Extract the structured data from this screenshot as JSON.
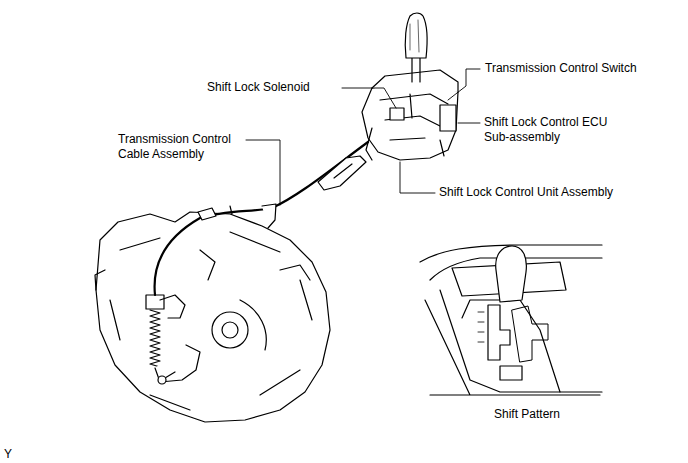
{
  "diagram": {
    "labels": [
      "Transmission Control Switch",
      "Shift Lock Solenoid",
      "Shift Lock Control ECU Sub-assembly",
      "Transmission Control Cable Assembly",
      "Shift Lock Control Unit Assembly",
      "Shift Pattern",
      "Y"
    ]
  }
}
